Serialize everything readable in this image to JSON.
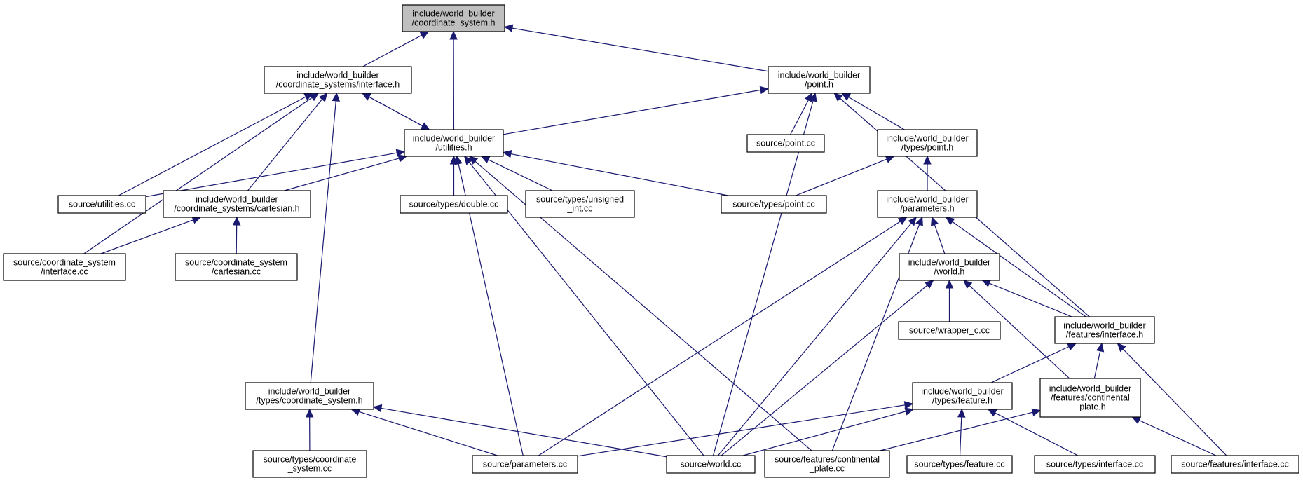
{
  "nodes": [
    {
      "id": "n_cs",
      "name": "node-coordinate-system-h",
      "lines": [
        "include/world_builder",
        "/coordinate_system.h"
      ],
      "root": true
    },
    {
      "id": "n_csi",
      "name": "node-coordinate-systems-interface-h",
      "lines": [
        "include/world_builder",
        "/coordinate_systems/interface.h"
      ]
    },
    {
      "id": "n_pt",
      "name": "node-point-h",
      "lines": [
        "include/world_builder",
        "/point.h"
      ]
    },
    {
      "id": "n_ut",
      "name": "node-utilities-h",
      "lines": [
        "include/world_builder",
        "/utilities.h"
      ]
    },
    {
      "id": "n_spt",
      "name": "node-source-point-cc",
      "lines": [
        "source/point.cc"
      ]
    },
    {
      "id": "n_tpt",
      "name": "node-types-point-h",
      "lines": [
        "include/world_builder",
        "/types/point.h"
      ]
    },
    {
      "id": "n_sut",
      "name": "node-source-utilities-cc",
      "lines": [
        "source/utilities.cc"
      ]
    },
    {
      "id": "n_cart",
      "name": "node-coordinate-systems-cartesian-h",
      "lines": [
        "include/world_builder",
        "/coordinate_systems/cartesian.h"
      ]
    },
    {
      "id": "n_dbl",
      "name": "node-source-types-double-cc",
      "lines": [
        "source/types/double.cc"
      ]
    },
    {
      "id": "n_uint",
      "name": "node-source-types-unsigned-int-cc",
      "lines": [
        "source/types/unsigned",
        "_int.cc"
      ]
    },
    {
      "id": "n_stpt",
      "name": "node-source-types-point-cc",
      "lines": [
        "source/types/point.cc"
      ]
    },
    {
      "id": "n_par",
      "name": "node-parameters-h",
      "lines": [
        "include/world_builder",
        "/parameters.h"
      ]
    },
    {
      "id": "n_scsi",
      "name": "node-source-coordinate-system-interface-cc",
      "lines": [
        "source/coordinate_system",
        "/interface.cc"
      ]
    },
    {
      "id": "n_scart",
      "name": "node-source-coordinate-system-cartesian-cc",
      "lines": [
        "source/coordinate_system",
        "/cartesian.cc"
      ]
    },
    {
      "id": "n_wh",
      "name": "node-world-h",
      "lines": [
        "include/world_builder",
        "/world.h"
      ]
    },
    {
      "id": "n_wrap",
      "name": "node-source-wrapper-c-cc",
      "lines": [
        "source/wrapper_c.cc"
      ]
    },
    {
      "id": "n_fi",
      "name": "node-features-interface-h",
      "lines": [
        "include/world_builder",
        "/features/interface.h"
      ]
    },
    {
      "id": "n_tcs",
      "name": "node-types-coordinate-system-h",
      "lines": [
        "include/world_builder",
        "/types/coordinate_system.h"
      ]
    },
    {
      "id": "n_tf",
      "name": "node-types-feature-h",
      "lines": [
        "include/world_builder",
        "/types/feature.h"
      ]
    },
    {
      "id": "n_fcp",
      "name": "node-features-continental-plate-h",
      "lines": [
        "include/world_builder",
        "/features/continental",
        "_plate.h"
      ]
    },
    {
      "id": "n_stcs",
      "name": "node-source-types-coordinate-system-cc",
      "lines": [
        "source/types/coordinate",
        "_system.cc"
      ]
    },
    {
      "id": "n_spar",
      "name": "node-source-parameters-cc",
      "lines": [
        "source/parameters.cc"
      ]
    },
    {
      "id": "n_sw",
      "name": "node-source-world-cc",
      "lines": [
        "source/world.cc"
      ]
    },
    {
      "id": "n_sfcp",
      "name": "node-source-features-continental-plate-cc",
      "lines": [
        "source/features/continental",
        "_plate.cc"
      ]
    },
    {
      "id": "n_stf",
      "name": "node-source-types-feature-cc",
      "lines": [
        "source/types/feature.cc"
      ]
    },
    {
      "id": "n_sti",
      "name": "node-source-types-interface-cc",
      "lines": [
        "source/types/interface.cc"
      ]
    },
    {
      "id": "n_sfi",
      "name": "node-source-features-interface-cc",
      "lines": [
        "source/features/interface.cc"
      ]
    }
  ],
  "edges": [
    {
      "from": "n_csi",
      "to": "n_cs"
    },
    {
      "from": "n_ut",
      "to": "n_cs"
    },
    {
      "from": "n_pt",
      "to": "n_cs"
    },
    {
      "from": "n_ut",
      "to": "n_csi"
    },
    {
      "from": "n_csi",
      "to": "n_ut"
    },
    {
      "from": "n_sut",
      "to": "n_csi"
    },
    {
      "from": "n_cart",
      "to": "n_csi"
    },
    {
      "from": "n_scsi",
      "to": "n_csi"
    },
    {
      "from": "n_tcs",
      "to": "n_csi"
    },
    {
      "from": "n_ut",
      "to": "n_pt"
    },
    {
      "from": "n_spt",
      "to": "n_pt"
    },
    {
      "from": "n_tpt",
      "to": "n_pt"
    },
    {
      "from": "n_sw",
      "to": "n_pt"
    },
    {
      "from": "n_fi",
      "to": "n_pt"
    },
    {
      "from": "n_sut",
      "to": "n_ut"
    },
    {
      "from": "n_cart",
      "to": "n_ut"
    },
    {
      "from": "n_dbl",
      "to": "n_ut"
    },
    {
      "from": "n_uint",
      "to": "n_ut"
    },
    {
      "from": "n_stpt",
      "to": "n_ut"
    },
    {
      "from": "n_spar",
      "to": "n_ut"
    },
    {
      "from": "n_sw",
      "to": "n_ut"
    },
    {
      "from": "n_sfcp",
      "to": "n_ut"
    },
    {
      "from": "n_stpt",
      "to": "n_tpt"
    },
    {
      "from": "n_par",
      "to": "n_tpt"
    },
    {
      "from": "n_scsi",
      "to": "n_cart"
    },
    {
      "from": "n_scart",
      "to": "n_cart"
    },
    {
      "from": "n_wh",
      "to": "n_par"
    },
    {
      "from": "n_fi",
      "to": "n_par"
    },
    {
      "from": "n_spar",
      "to": "n_par"
    },
    {
      "from": "n_sw",
      "to": "n_par"
    },
    {
      "from": "n_sfcp",
      "to": "n_par"
    },
    {
      "from": "n_wrap",
      "to": "n_wh"
    },
    {
      "from": "n_fi",
      "to": "n_wh"
    },
    {
      "from": "n_fcp",
      "to": "n_wh"
    },
    {
      "from": "n_sw",
      "to": "n_wh"
    },
    {
      "from": "n_tf",
      "to": "n_fi"
    },
    {
      "from": "n_fcp",
      "to": "n_fi"
    },
    {
      "from": "n_sfi",
      "to": "n_fi"
    },
    {
      "from": "n_stcs",
      "to": "n_tcs"
    },
    {
      "from": "n_spar",
      "to": "n_tcs"
    },
    {
      "from": "n_sw",
      "to": "n_tcs"
    },
    {
      "from": "n_spar",
      "to": "n_tf"
    },
    {
      "from": "n_sw",
      "to": "n_tf"
    },
    {
      "from": "n_stf",
      "to": "n_tf"
    },
    {
      "from": "n_sti",
      "to": "n_tf"
    },
    {
      "from": "n_sfcp",
      "to": "n_fcp"
    },
    {
      "from": "n_sfi",
      "to": "n_fcp"
    }
  ],
  "colors": {
    "edge": "#191970",
    "root_fill": "#bfbfbf",
    "node_fill": "#ffffff",
    "node_stroke": "#000000"
  }
}
